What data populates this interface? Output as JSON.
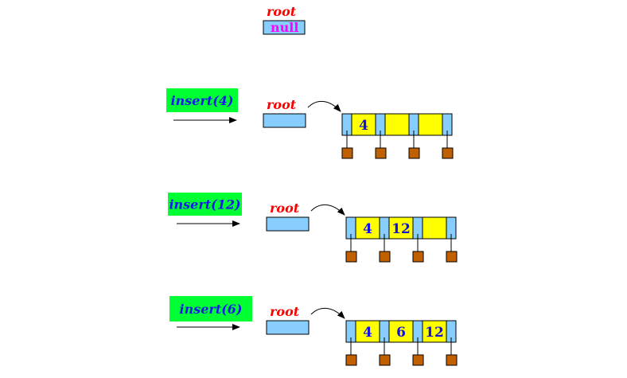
{
  "colors": {
    "root_label": "#ff0000",
    "null_label": "#ff00ff",
    "op_box": "#00ff33",
    "op_text": "#1a1ae6",
    "pointer_cell": "#87ceff",
    "key_cell": "#ffff00",
    "child": "#c06000",
    "key_text": "#1010e0"
  },
  "initial": {
    "root_label": "root",
    "root_value": "null"
  },
  "steps": [
    {
      "operation": "insert(4)",
      "root_label": "root",
      "keys": [
        "4",
        "",
        ""
      ]
    },
    {
      "operation": "insert(12)",
      "root_label": "root",
      "keys": [
        "4",
        "12",
        ""
      ]
    },
    {
      "operation": "insert(6)",
      "root_label": "root",
      "keys": [
        "4",
        "6",
        "12"
      ]
    }
  ]
}
